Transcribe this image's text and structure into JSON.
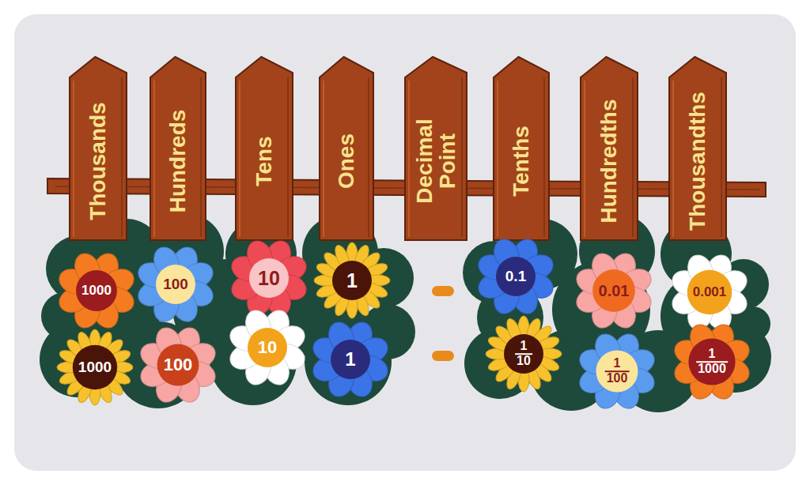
{
  "diagram": {
    "nodes": [
      {
        "text": [
          "Thousands"
        ]
      },
      {
        "text": [
          "Hundreds"
        ]
      },
      {
        "text": [
          "Tens"
        ]
      },
      {
        "text": [
          "Ones"
        ]
      },
      {
        "text": [
          "Decimal Point"
        ]
      },
      {
        "text": [
          "Tenths"
        ]
      },
      {
        "text": [
          "Hundredths"
        ]
      },
      {
        "text": [
          "Thousandths"
        ]
      },
      {
        "text": [
          "1000"
        ]
      },
      {
        "text": [
          "100"
        ]
      },
      {
        "text": [
          "10"
        ]
      },
      {
        "text": [
          "1"
        ]
      },
      {
        "text": [
          "0.1"
        ]
      },
      {
        "text": [
          "0.01"
        ]
      },
      {
        "text": [
          "0.001"
        ]
      },
      {
        "text": [
          "1000"
        ]
      },
      {
        "text": [
          "100"
        ]
      },
      {
        "text": [
          "10"
        ]
      },
      {
        "text": [
          "1"
        ]
      },
      {
        "text": [
          "1",
          "10"
        ]
      },
      {
        "text": [
          "1",
          "100"
        ]
      },
      {
        "text": [
          "1",
          "1000"
        ]
      }
    ]
  }
}
